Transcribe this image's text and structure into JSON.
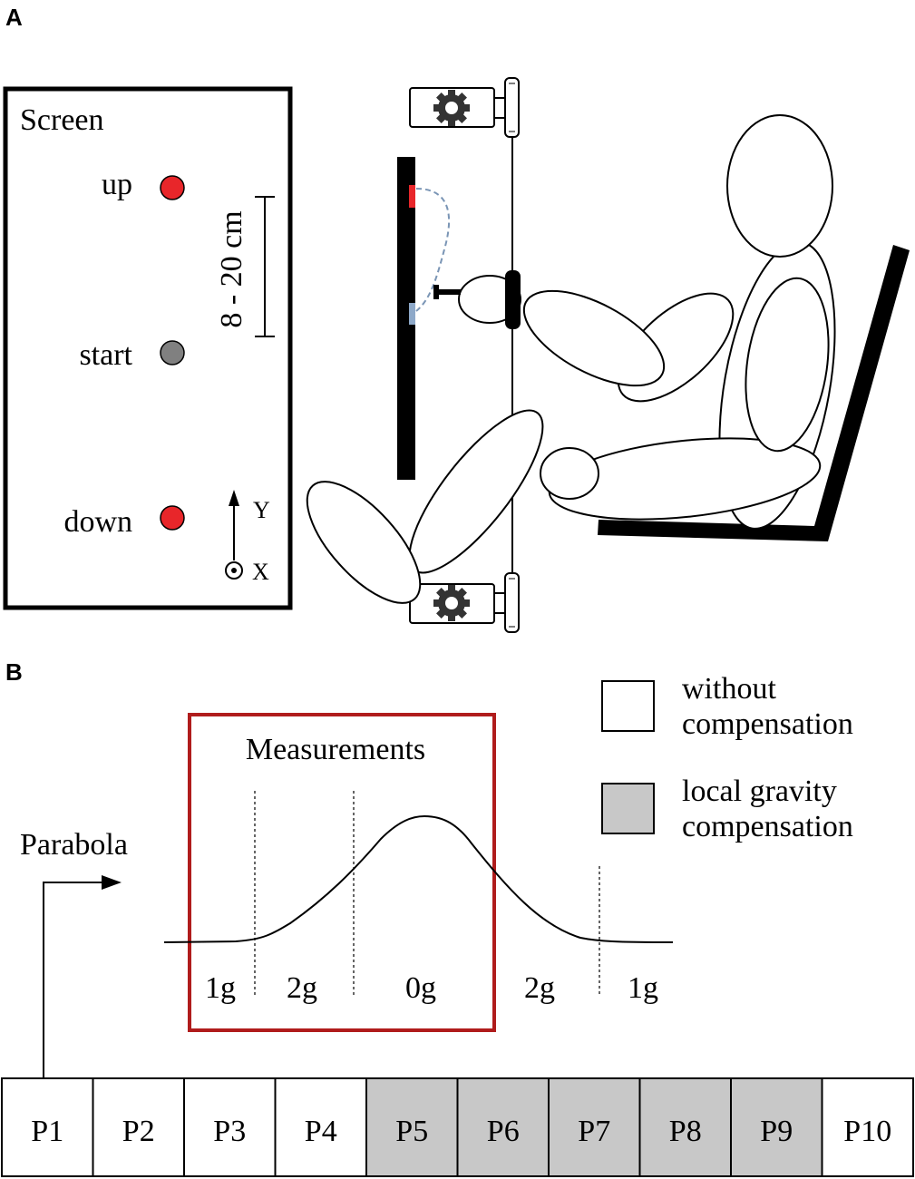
{
  "panel_a": {
    "label": "A",
    "screen": {
      "title": "Screen",
      "targets": [
        {
          "key": "up",
          "label": "up",
          "color": "#e8262a"
        },
        {
          "key": "start",
          "label": "start",
          "color": "#808080"
        },
        {
          "key": "down",
          "label": "down",
          "color": "#e8262a"
        }
      ],
      "distance_label": "8 - 20 cm",
      "axis_y": "Y",
      "axis_x": "X"
    }
  },
  "panel_b": {
    "label": "B",
    "measurements_label": "Measurements",
    "parabola_label": "Parabola",
    "phases": [
      "1g",
      "2g",
      "0g",
      "2g",
      "1g"
    ],
    "legend": [
      {
        "line1": "without",
        "line2": "compensation",
        "color": "#ffffff"
      },
      {
        "line1": "local gravity",
        "line2": "compensation",
        "color": "#c8c8c8"
      }
    ],
    "parabolas": [
      {
        "label": "P1",
        "compensated": false
      },
      {
        "label": "P2",
        "compensated": false
      },
      {
        "label": "P3",
        "compensated": false
      },
      {
        "label": "P4",
        "compensated": false
      },
      {
        "label": "P5",
        "compensated": true
      },
      {
        "label": "P6",
        "compensated": true
      },
      {
        "label": "P7",
        "compensated": true
      },
      {
        "label": "P8",
        "compensated": true
      },
      {
        "label": "P9",
        "compensated": true
      },
      {
        "label": "P10",
        "compensated": false
      }
    ],
    "colors": {
      "compensated": "#c8c8c8",
      "uncompensated": "#ffffff",
      "measurement_box": "#b01c1c"
    }
  }
}
